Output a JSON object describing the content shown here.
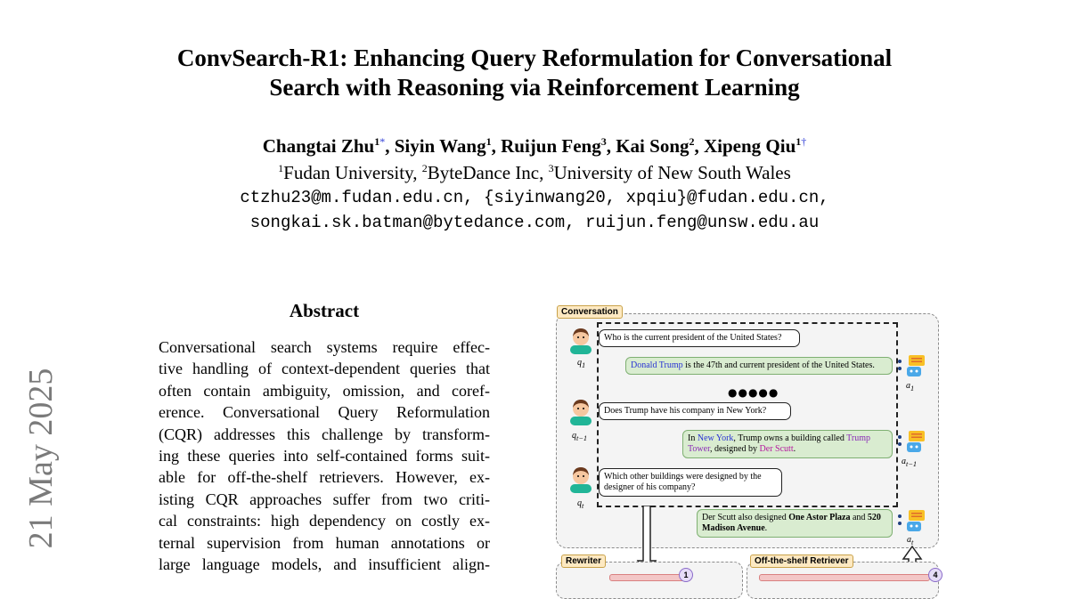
{
  "paper": {
    "title_line1": "ConvSearch-R1: Enhancing Query Reformulation for Conversational",
    "title_line2": "Search with Reasoning via Reinforcement Learning",
    "authors": [
      {
        "name": "Changtai Zhu",
        "sup": "1",
        "mark": "*",
        "sep": ", "
      },
      {
        "name": "Siyin Wang",
        "sup": "1",
        "mark": "",
        "sep": ", "
      },
      {
        "name": "Ruijun Feng",
        "sup": "3",
        "mark": "",
        "sep": ", "
      },
      {
        "name": "Kai Song",
        "sup": "2",
        "mark": "",
        "sep": ", "
      },
      {
        "name": "Xipeng Qiu",
        "sup": "1",
        "mark": "†",
        "sep": ""
      }
    ],
    "affiliations": [
      {
        "sup": "1",
        "name": "Fudan University",
        "sep": ", "
      },
      {
        "sup": "2",
        "name": "ByteDance Inc",
        "sep": ", "
      },
      {
        "sup": "3",
        "name": "University of New South Wales",
        "sep": ""
      }
    ],
    "email_line1": "ctzhu23@m.fudan.edu.cn, {siyinwang20, xpqiu}@fudan.edu.cn,",
    "email_line2": "songkai.sk.batman@bytedance.com, ruijun.feng@unsw.edu.au",
    "side_date": "21 May 2025"
  },
  "abstract": {
    "heading": "Abstract",
    "lines": [
      "Conversational search systems require effec-",
      "tive handling of context-dependent queries that",
      "often contain ambiguity, omission, and coref-",
      "erence. Conversational Query Reformulation",
      "(CQR) addresses this challenge by transform-",
      "ing these queries into self-contained forms suit-",
      "able for off-the-shelf retrievers. However, ex-",
      "isting CQR approaches suffer from two criti-",
      "cal constraints: high dependency on costly ex-",
      "ternal supervision from human annotations or",
      "large language models, and insufficient align-"
    ]
  },
  "figure": {
    "conversation_tag": "Conversation",
    "rewriter_tag": "Rewriter",
    "retriever_tag": "Off-the-shelf Retriever",
    "q1_label": "q",
    "q1_sub": "1",
    "q_tm1_label": "q",
    "q_tm1_sub": "t−1",
    "q_t_label": "q",
    "q_t_sub": "t",
    "a1_label": "a",
    "a1_sub": "1",
    "a_tm1_label": "a",
    "a_tm1_sub": "t−1",
    "a_t_label": "a",
    "a_t_sub": "t",
    "q1_text": "Who is the current president of the United States?",
    "a1_entity": "Donald Trump",
    "a1_rest": " is the 47th and current president of the United States.",
    "dots": "●●●●●",
    "qtm1_text": "Does Trump have his company in New York?",
    "atm1_p1": "In ",
    "atm1_e1": "New York",
    "atm1_p2": ", Trump owns a building called ",
    "atm1_e2": "Trump Tower",
    "atm1_p3": ", designed by ",
    "atm1_e3": "Der Scutt",
    "atm1_p4": ".",
    "qt_text": "Which other buildings were designed by the designer of his company?",
    "at_p1": "Der Scutt also designed ",
    "at_b1": "One Astor Plaza",
    "at_p2": " and ",
    "at_b2": "520 Madison Avenue",
    "at_p3": ".",
    "badge_1": "1",
    "badge_2": "4"
  },
  "colors": {
    "entity_blue": "#2a34d3",
    "entity_purple": "#8a2ab7",
    "entity_magenta": "#b5179e",
    "answer_green": "#d9ecd0",
    "tag_orange": "#fde9c2",
    "date_gray": "#7a7a7a"
  }
}
